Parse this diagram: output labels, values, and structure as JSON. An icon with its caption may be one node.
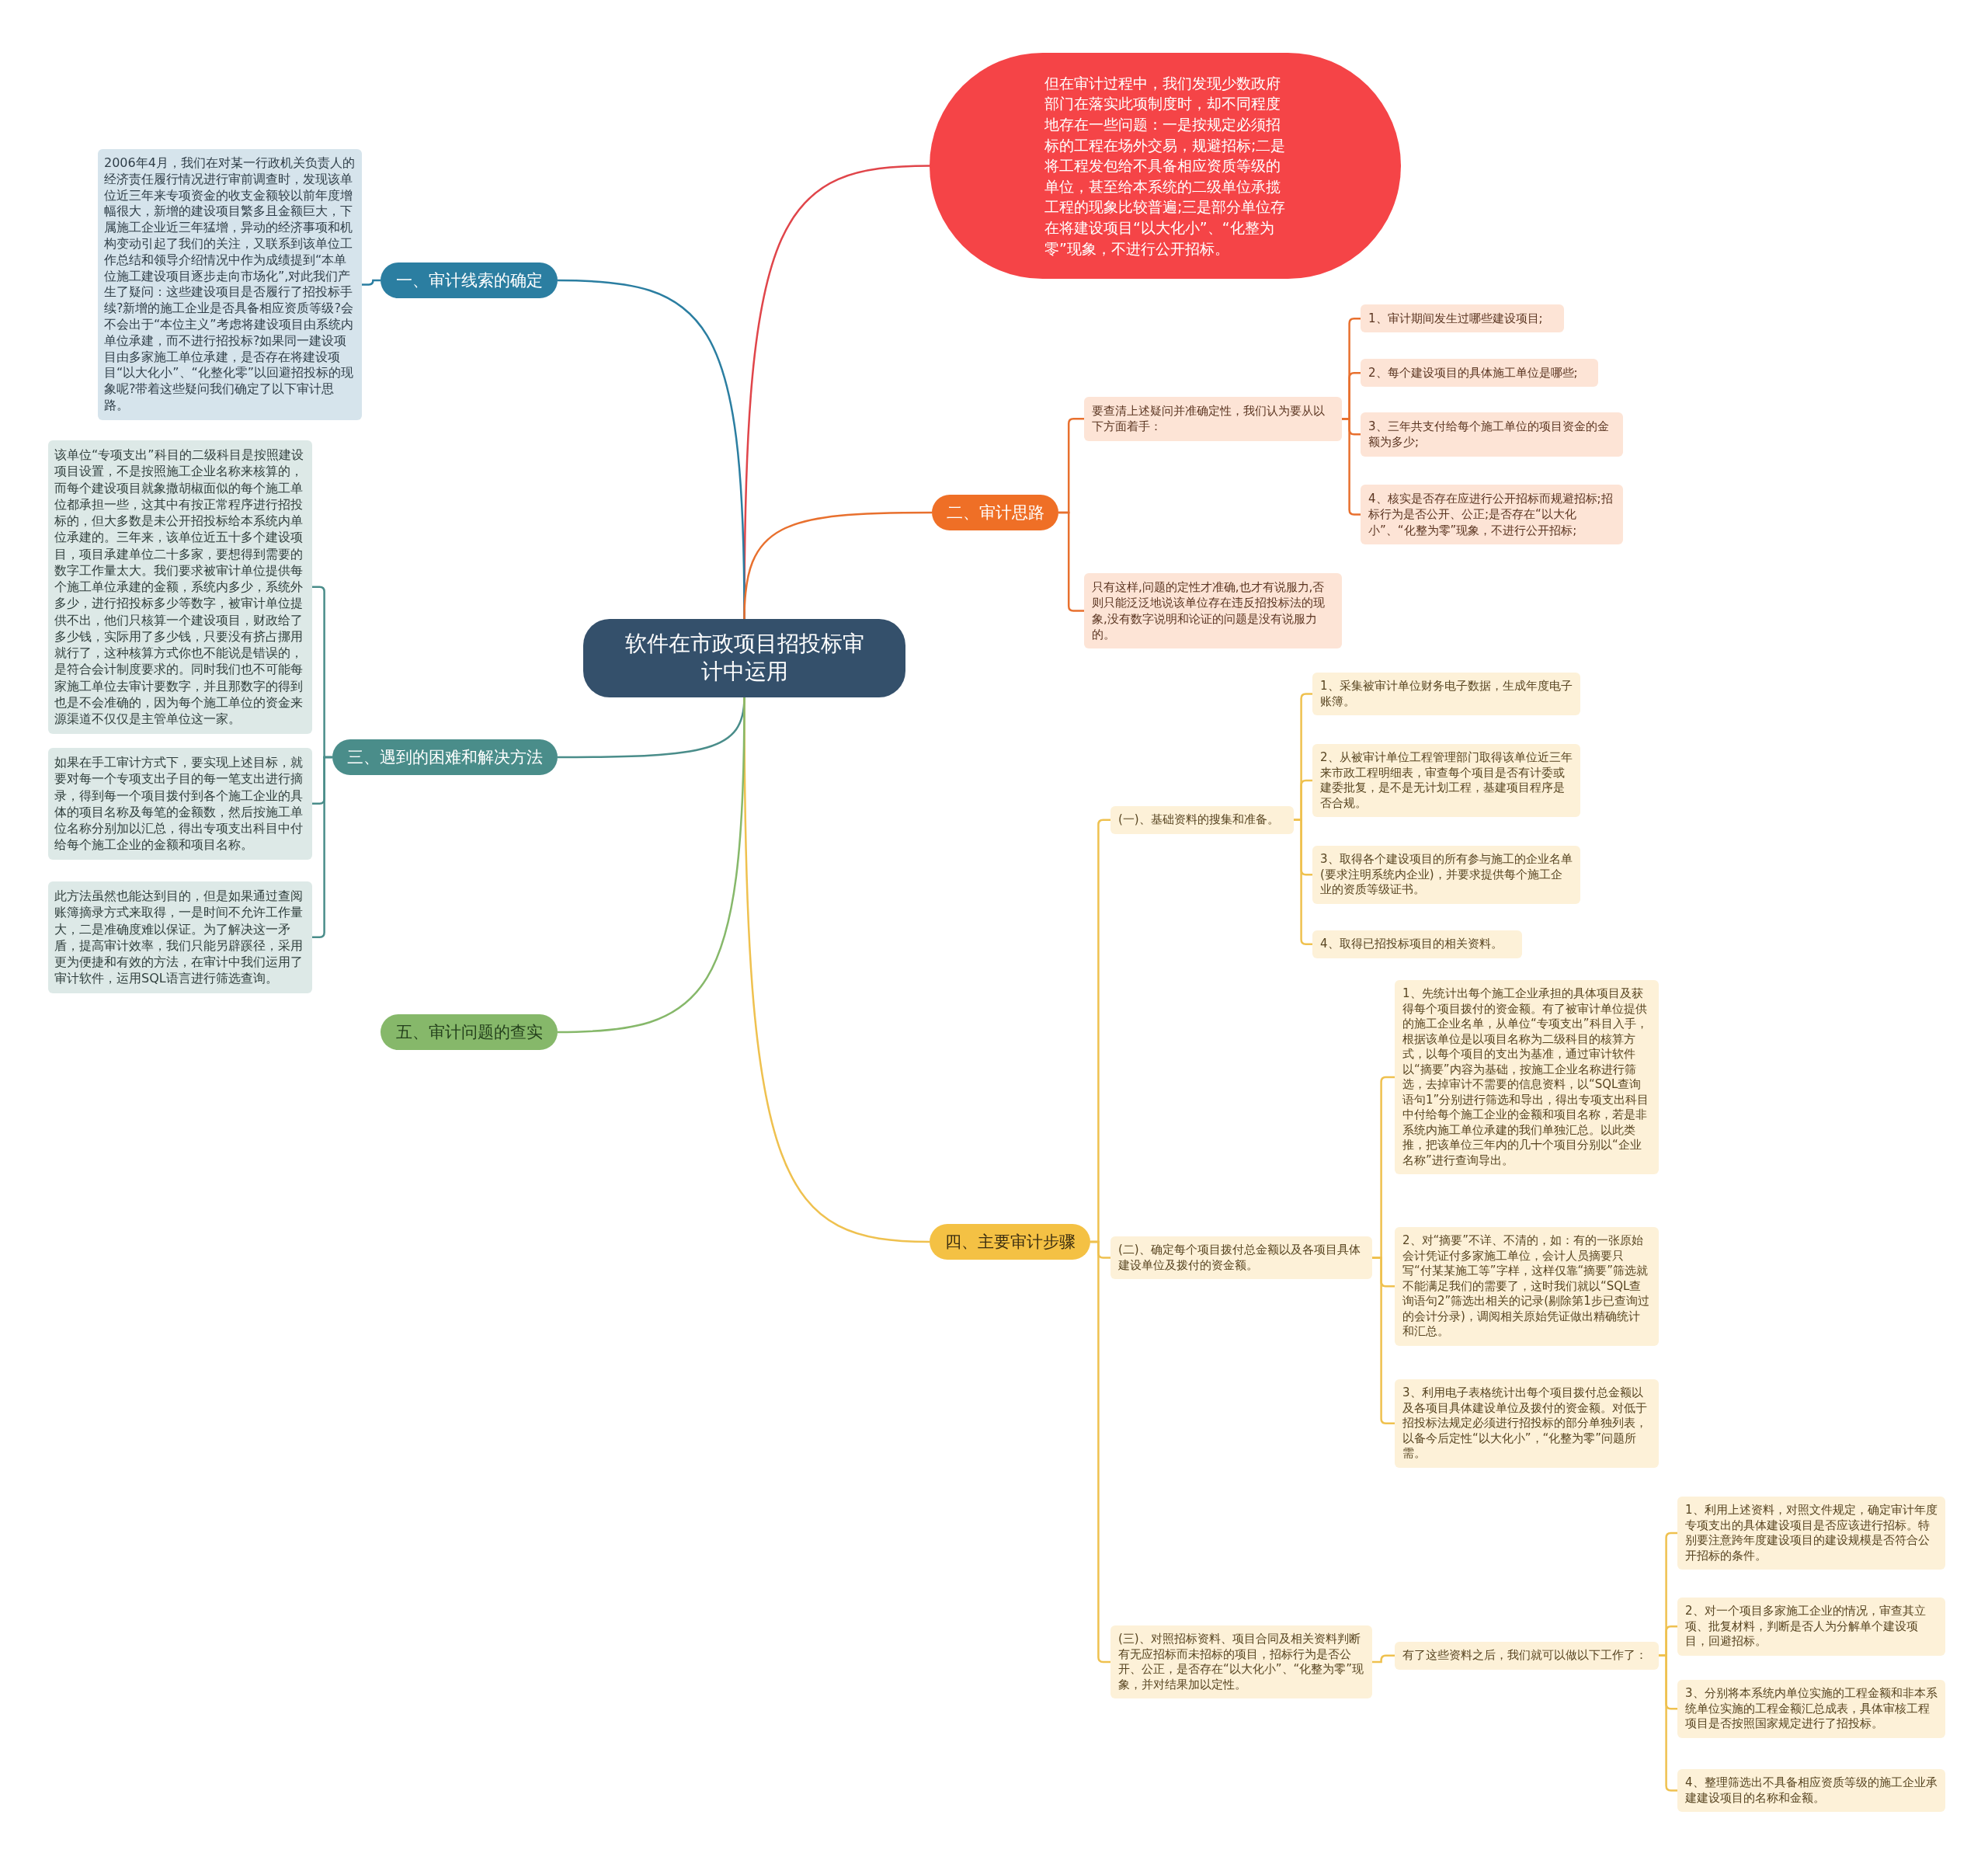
{
  "diagram": {
    "nodes": [
      {
        "text": [
          "软件在市政项目招投标审计中运用"
        ]
      },
      {
        "text": [
          "但在审计过程中，我们发现少数政府部门在落实此项制度时，却不同程度地存在一些问题：一是按规定必须招标的工程在场外交易，规避招标;二是将工程发包给不具备相应资质等级的单位，甚至给本系统的二级单位承揽工程的现象比较普遍;三是部分单位存在将建设项目“以大化小”、“化整为零”现象，不进行公开招标。"
        ]
      },
      {
        "text": [
          "一、审计线索的确定"
        ]
      },
      {
        "text": [
          "2006年4月，我们在对某一行政机关负责人的经济责任履行情况进行审前调查时，发现该单位近三年来专项资金的收支金额较以前年度增幅很大，新增的建设项目繁多且金额巨大，下属施工企业近三年猛增，异动的经济事项和机构变动引起了我们的关注，又联系到该单位工作总结和领导介绍情况中作为成绩提到“本单位施工建设项目逐步走向市场化”,对此我们产生了疑问：这些建设项目是否履行了招投标手续?新增的施工企业是否具备相应资质等级?会不会出于“本位主义”考虑将建设项目由系统内单位承建，而不进行招投标?如果同一建设项目由多家施工单位承建，是否存在将建设项目“以大化小”、“化整化零”以回避招投标的现象呢?带着这些疑问我们确定了以下审计思路。"
        ]
      },
      {
        "text": [
          "二、审计思路"
        ]
      },
      {
        "text": [
          "要查清上述疑问并准确定性，我们认为要从以下方面着手："
        ]
      },
      {
        "text": [
          "1、审计期间发生过哪些建设项目;"
        ]
      },
      {
        "text": [
          "2、每个建设项目的具体施工单位是哪些;"
        ]
      },
      {
        "text": [
          "3、三年共支付给每个施工单位的项目资金的金额为多少;"
        ]
      },
      {
        "text": [
          "4、核实是否存在应进行公开招标而规避招标;招标行为是否公开、公正;是否存在“以大化小”、“化整为零”现象，不进行公开招标;"
        ]
      },
      {
        "text": [
          "只有这样,问题的定性才准确,也才有说服力,否则只能泛泛地说该单位存在违反招投标法的现象,没有数字说明和论证的问题是没有说服力的。"
        ]
      },
      {
        "text": [
          "三、遇到的困难和解决方法"
        ]
      },
      {
        "text": [
          "该单位“专项支出”科目的二级科目是按照建设项目设置，不是按照施工企业名称来核算的，而每个建设项目就象撒胡椒面似的每个施工单位都承担一些，这其中有按正常程序进行招投标的，但大多数是未公开招投标给本系统内单位承建的。三年来，该单位近五十多个建设项目，项目承建单位二十多家，要想得到需要的数字工作量太大。我们要求被审计单位提供每个施工单位承建的金额，系统内多少，系统外多少，进行招投标多少等数字，被审计单位提供不出，他们只核算一个建设项目，财政给了多少钱，实际用了多少钱，只要没有挤占挪用就行了，这种核算方式你也不能说是错误的，是符合会计制度要求的。同时我们也不可能每家施工单位去审计要数字，并且那数字的得到也是不会准确的，因为每个施工单位的资金来源渠道不仅仅是主管单位这一家。"
        ]
      },
      {
        "text": [
          "如果在手工审计方式下，要实现上述目标，就要对每一个专项支出子目的每一笔支出进行摘录，得到每一个项目拨付到各个施工企业的具体的项目名称及每笔的金额数，然后按施工单位名称分别加以汇总，得出专项支出科目中付给每个施工企业的金额和项目名称。"
        ]
      },
      {
        "text": [
          "此方法虽然也能达到目的，但是如果通过查阅账簿摘录方式来取得，一是时间不允许工作量大，二是准确度难以保证。为了解决这一矛盾，提高审计效率，我们只能另辟蹊径，采用更为便捷和有效的方法，在审计中我们运用了审计软件，运用SQL语言进行筛选查询。"
        ]
      },
      {
        "text": [
          "四、主要审计步骤"
        ]
      },
      {
        "text": [
          "(一)、基础资料的搜集和准备。"
        ]
      },
      {
        "text": [
          "1、采集被审计单位财务电子数据，生成年度电子账簿。"
        ]
      },
      {
        "text": [
          "2、从被审计单位工程管理部门取得该单位近三年来市政工程明细表，审查每个项目是否有计委或建委批复，是不是无计划工程，基建项目程序是否合规。"
        ]
      },
      {
        "text": [
          "3、取得各个建设项目的所有参与施工的企业名单(要求注明系统内企业)，并要求提供每个施工企业的资质等级证书。"
        ]
      },
      {
        "text": [
          "4、取得已招投标项目的相关资料。"
        ]
      },
      {
        "text": [
          "(二)、确定每个项目拨付总金额以及各项目具体建设单位及拨付的资金额。"
        ]
      },
      {
        "text": [
          "1、先统计出每个施工企业承担的具体项目及获得每个项目拨付的资金额。有了被审计单位提供的施工企业名单，从单位“专项支出”科目入手，根据该单位是以项目名称为二级科目的核算方式，以每个项目的支出为基准，通过审计软件以“摘要”内容为基础，按施工企业名称进行筛选，去掉审计不需要的信息资料，以“SQL查询语句1”分别进行筛选和导出，得出专项支出科目中付给每个施工企业的金额和项目名称，若是非系统内施工单位承建的我们单独汇总。以此类推，把该单位三年内的几十个项目分别以“企业名称”进行查询导出。"
        ]
      },
      {
        "text": [
          "2、对“摘要”不详、不清的，如：有的一张原始会计凭证付多家施工单位，会计人员摘要只写“付某某施工等”字样，这样仅靠“摘要”筛选就不能满足我们的需要了，这时我们就以“SQL查询语句2”筛选出相关的记录(剔除第1步已查询过的会计分录)，调阅相关原始凭证做出精确统计和汇总。"
        ]
      },
      {
        "text": [
          "3、利用电子表格统计出每个项目拨付总金额以及各项目具体建设单位及拨付的资金额。对低于招投标法规定必须进行招投标的部分单独列表，以备今后定性“以大化小”，“化整为零”问题所需。"
        ]
      },
      {
        "text": [
          "(三)、对照招标资料、项目合同及相关资料判断有无应招标而未招标的项目，招标行为是否公开、公正，是否存在“以大化小”、“化整为零”现象，并对结果加以定性。"
        ]
      },
      {
        "text": [
          "有了这些资料之后，我们就可以做以下工作了："
        ]
      },
      {
        "text": [
          "1、利用上述资料，对照文件规定，确定审计年度专项支出的具体建设项目是否应该进行招标。特别要注意跨年度建设项目的建设规模是否符合公开招标的条件。"
        ]
      },
      {
        "text": [
          "2、对一个项目多家施工企业的情况，审查其立项、批复材料，判断是否人为分解单个建设项目，回避招标。"
        ]
      },
      {
        "text": [
          "3、分别将本系统内单位实施的工程金额和非本系统单位实施的工程金额汇总成表，具体审核工程项目是否按照国家规定进行了招投标。"
        ]
      },
      {
        "text": [
          "4、整理筛选出不具备相应资质等级的施工企业承建建设项目的名称和金额。"
        ]
      },
      {
        "text": [
          "五、审计问题的查实"
        ]
      }
    ],
    "edges": [
      {
        "from": 0,
        "to": 1,
        "arrow": "none",
        "color": "#e0454a"
      },
      {
        "from": 0,
        "to": 2,
        "arrow": "none",
        "color": "#2b7ea1"
      },
      {
        "from": 2,
        "to": 3,
        "arrow": "none",
        "color": "#2b7ea1"
      },
      {
        "from": 0,
        "to": 4,
        "arrow": "none",
        "color": "#e8702e"
      },
      {
        "from": 4,
        "to": 5,
        "arrow": "none",
        "color": "#e8702e"
      },
      {
        "from": 5,
        "to": 6,
        "arrow": "none",
        "color": "#e8702e"
      },
      {
        "from": 5,
        "to": 7,
        "arrow": "none",
        "color": "#e8702e"
      },
      {
        "from": 5,
        "to": 8,
        "arrow": "none",
        "color": "#e8702e"
      },
      {
        "from": 5,
        "to": 9,
        "arrow": "none",
        "color": "#e8702e"
      },
      {
        "from": 4,
        "to": 10,
        "arrow": "none",
        "color": "#e8702e"
      },
      {
        "from": 0,
        "to": 11,
        "arrow": "none",
        "color": "#4a8d8a"
      },
      {
        "from": 11,
        "to": 12,
        "arrow": "none",
        "color": "#4a8d8a"
      },
      {
        "from": 11,
        "to": 13,
        "arrow": "none",
        "color": "#4a8d8a"
      },
      {
        "from": 11,
        "to": 14,
        "arrow": "none",
        "color": "#4a8d8a"
      },
      {
        "from": 0,
        "to": 15,
        "arrow": "none"
      },
      {
        "from": 15,
        "to": 16,
        "arrow": "none"
      },
      {
        "from": 16,
        "to": 17,
        "arrow": "none"
      },
      {
        "from": 16,
        "to": 18,
        "arrow": "none"
      },
      {
        "from": 16,
        "to": 19,
        "arrow": "none"
      },
      {
        "from": 16,
        "to": 20,
        "arrow": "none"
      },
      {
        "from": 15,
        "to": 21,
        "arrow": "none"
      },
      {
        "from": 21,
        "to": 22,
        "arrow": "none"
      },
      {
        "from": 21,
        "to": 23,
        "arrow": "none"
      },
      {
        "from": 21,
        "to": 24,
        "arrow": "none"
      },
      {
        "from": 15,
        "to": 25,
        "arrow": "none"
      },
      {
        "from": 25,
        "to": 26,
        "arrow": "none"
      },
      {
        "from": 26,
        "to": 27,
        "arrow": "none"
      },
      {
        "from": 26,
        "to": 28,
        "arrow": "none"
      },
      {
        "from": 26,
        "to": 29,
        "arrow": "none"
      },
      {
        "from": 26,
        "to": 30,
        "arrow": "none"
      },
      {
        "from": 0,
        "to": 31,
        "arrow": "none",
        "color": "#86b86a"
      }
    ]
  }
}
